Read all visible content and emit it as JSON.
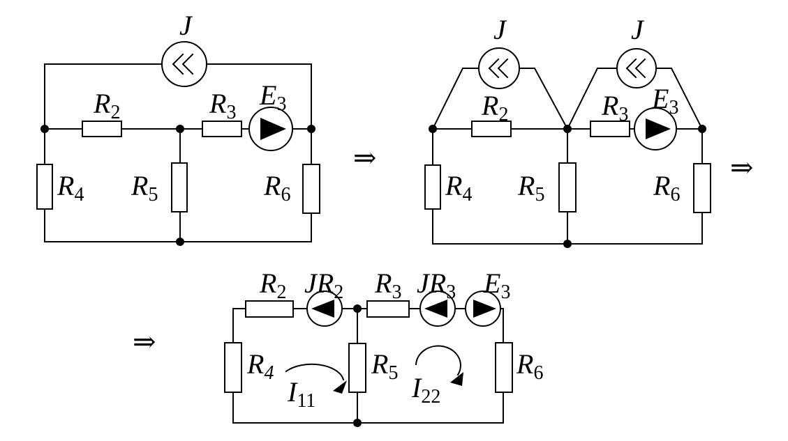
{
  "labels": {
    "J": "J",
    "R": "R",
    "E": "E",
    "I": "I",
    "n2": "2",
    "n3": "3",
    "n4": "4",
    "n5": "5",
    "n6": "6",
    "n11": "11",
    "n22": "22"
  },
  "implies": "⇒",
  "colors": {
    "ink": "#000000",
    "background": "#ffffff"
  }
}
